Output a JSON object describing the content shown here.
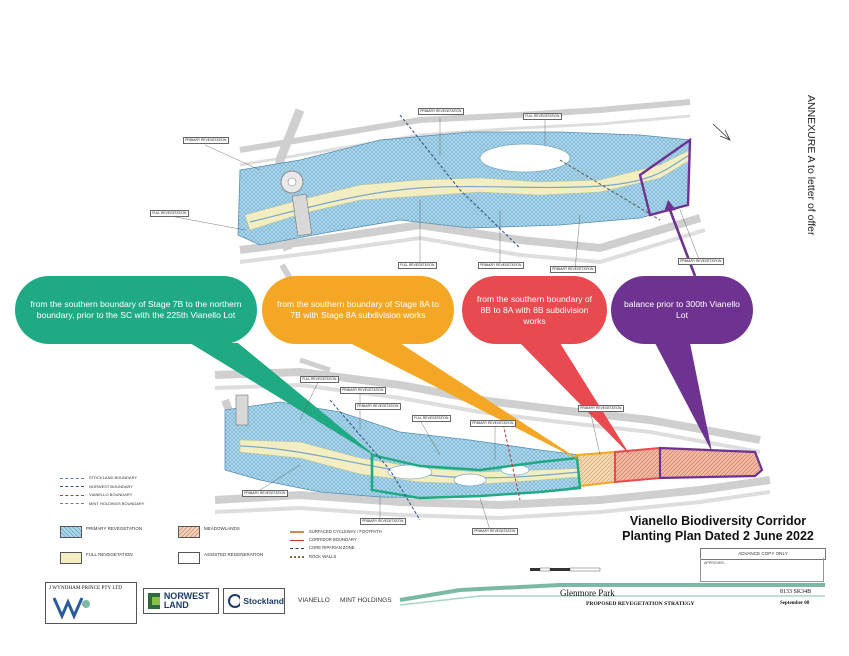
{
  "annexure": "ANNEXURE A to letter of offer",
  "callouts": [
    {
      "text": "from the southern boundary of Stage 7B to the northern boundary, prior to the SC with the 225th Vianello Lot",
      "color": "#1faa83"
    },
    {
      "text": "from the southern boundary of Stage 8A to  7B  with Stage 8A subdivision works",
      "color": "#f3a724"
    },
    {
      "text": "from the southern boundary of 8B to 8A with 8B subdivision works",
      "color": "#e84a4f"
    },
    {
      "text": "balance prior to 300th Vianello Lot",
      "color": "#6e3390"
    }
  ],
  "caption": {
    "line1": "Vianello Biodiversity Corridor",
    "line2": "Planting Plan Dated 2 June 2022"
  },
  "legend": {
    "boundaries": [
      {
        "label": "STOCKLAND BOUNDARY",
        "color": "#5a7aa8"
      },
      {
        "label": "NORWEST BOUNDARY",
        "color": "#2f4f80"
      },
      {
        "label": "VIANELLO BOUNDARY",
        "color": "#c0392b"
      },
      {
        "label": "MINT HOLDINGS BOUNDARY",
        "color": "#7a7a7a"
      }
    ],
    "primary_revegetation": "PRIMARY REVEGETATION",
    "full_revegetation": "FULL REVEGETATION",
    "meadowlands": "MEADOWLANDS",
    "assisted_regeneration": "ASSISTED REGENERATION",
    "surfaced_cycleway": "SURFACED CYCLEWAY / FOOTPATH",
    "corridor_boundary": "CORRIDOR BOUNDARY",
    "core_riparian_zone": "CORE RIPARIAN ZONE",
    "rock_walls": "ROCK WALLS"
  },
  "logos": {
    "wyndham": "J WYNDHAM PRINCE PTY LTD",
    "norwest": "NORWEST LAND",
    "stockland": "Stockland",
    "vianello": "VIANELLO",
    "mint": "MINT HOLDINGS"
  },
  "title_block": {
    "project": "Glenmore Park",
    "drawing_no": "8133 SK34B",
    "subtitle": "PROPOSED REVEGETATION STRATEGY",
    "date": "September 08",
    "advance": "ADVANCE COPY ONLY",
    "approval": "APPROVED:"
  },
  "map_labels": {
    "primary_reveg": "PRIMARY REVEGETATION",
    "full_reveg": "FULL REVEGETATION"
  },
  "colors": {
    "primary_reveg": "#a9d8ee",
    "full_reveg": "#f2eec2",
    "meadowland": "#f6d2bc",
    "road": "#e2e2e2",
    "cycleway": "#d88a4a"
  }
}
